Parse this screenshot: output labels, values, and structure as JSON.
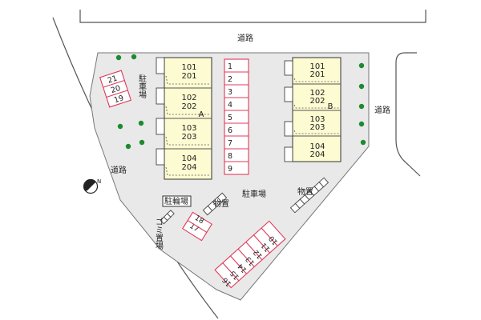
{
  "map": {
    "roads": {
      "top": "道路",
      "left": "道路",
      "right": "道路"
    },
    "parking_area_labels": {
      "left": "駐車場",
      "center": "駐車場"
    },
    "bicycle_parking": "駐輪場",
    "garbage_area": "ゴミ置場",
    "storage_labels": [
      "物置",
      "物置"
    ],
    "compass": {
      "letter": "N"
    },
    "building_a": {
      "label": "A",
      "units": [
        {
          "upper": "101",
          "lower": "201"
        },
        {
          "upper": "102",
          "lower": "202"
        },
        {
          "upper": "103",
          "lower": "203"
        },
        {
          "upper": "104",
          "lower": "204"
        }
      ]
    },
    "building_b": {
      "label": "B",
      "units": [
        {
          "upper": "101",
          "lower": "201"
        },
        {
          "upper": "102",
          "lower": "202"
        },
        {
          "upper": "103",
          "lower": "203"
        },
        {
          "upper": "104",
          "lower": "204"
        }
      ]
    },
    "parking_spaces_center": [
      "1",
      "2",
      "3",
      "4",
      "5",
      "6",
      "7",
      "8",
      "9"
    ],
    "parking_spaces_left": [
      "21",
      "20",
      "19"
    ],
    "parking_spaces_small": [
      "17",
      "18"
    ],
    "parking_spaces_bottom": [
      "16",
      "15",
      "14",
      "13",
      "12",
      "11",
      "10"
    ],
    "colors": {
      "building_fill": "#fdfbd1",
      "lot_fill": "#e9e9e9",
      "parking_outline": "#e0395b",
      "tree": "#1d8a2f"
    }
  }
}
